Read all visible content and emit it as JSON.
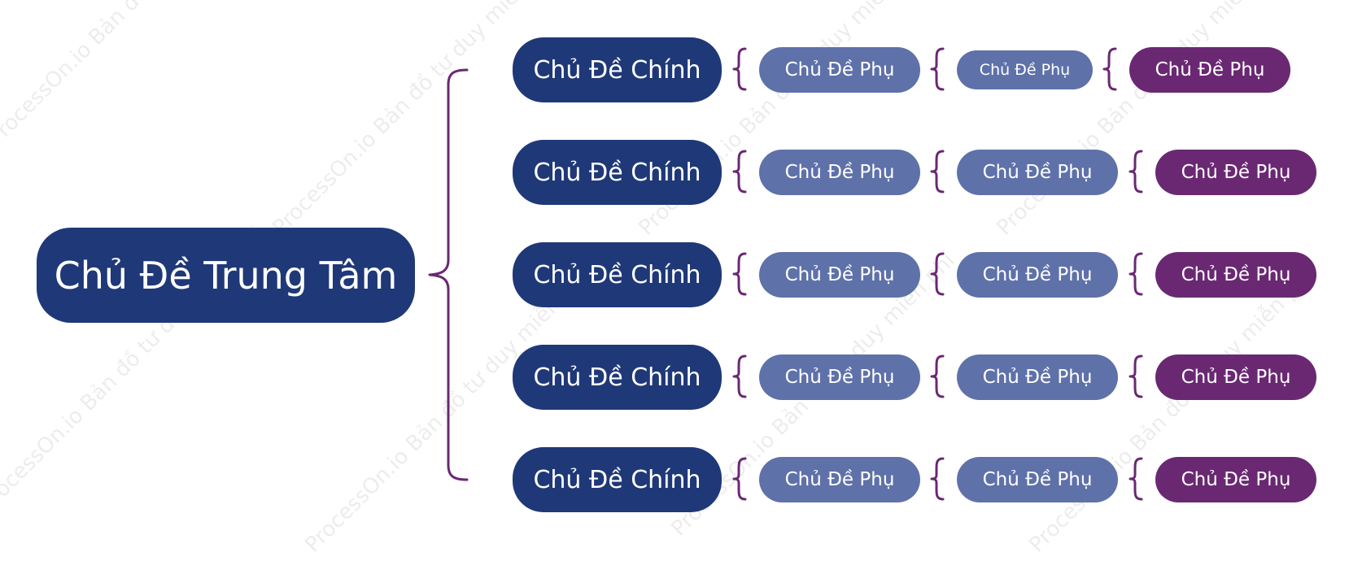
{
  "colors": {
    "center_bg": "#1f3878",
    "main_bg": "#1f3878",
    "sub_light_bg": "#5f71a9",
    "sub_accent_bg": "#6a2873",
    "connector": "#6a2873",
    "text": "#ffffff"
  },
  "watermark": {
    "text": "ProcessOn.io Bản đồ tư duy miễn phí"
  },
  "mindmap": {
    "center": {
      "label": "Chủ Đề Trung Tâm"
    },
    "branches": [
      {
        "label": "Chủ Đề Chính",
        "subs": [
          {
            "label": "Chủ Đề Phụ"
          },
          {
            "label": "Chủ Đề Phụ"
          },
          {
            "label": "Chủ Đề Phụ"
          }
        ]
      },
      {
        "label": "Chủ Đề Chính",
        "subs": [
          {
            "label": "Chủ Đề Phụ"
          },
          {
            "label": "Chủ Đề Phụ"
          },
          {
            "label": "Chủ Đề Phụ"
          }
        ]
      },
      {
        "label": "Chủ Đề Chính",
        "subs": [
          {
            "label": "Chủ Đề Phụ"
          },
          {
            "label": "Chủ Đề Phụ"
          },
          {
            "label": "Chủ Đề Phụ"
          }
        ]
      },
      {
        "label": "Chủ Đề Chính",
        "subs": [
          {
            "label": "Chủ Đề Phụ"
          },
          {
            "label": "Chủ Đề Phụ"
          },
          {
            "label": "Chủ Đề Phụ"
          }
        ]
      },
      {
        "label": "Chủ Đề Chính",
        "subs": [
          {
            "label": "Chủ Đề Phụ"
          },
          {
            "label": "Chủ Đề Phụ"
          },
          {
            "label": "Chủ Đề Phụ"
          }
        ]
      }
    ]
  }
}
